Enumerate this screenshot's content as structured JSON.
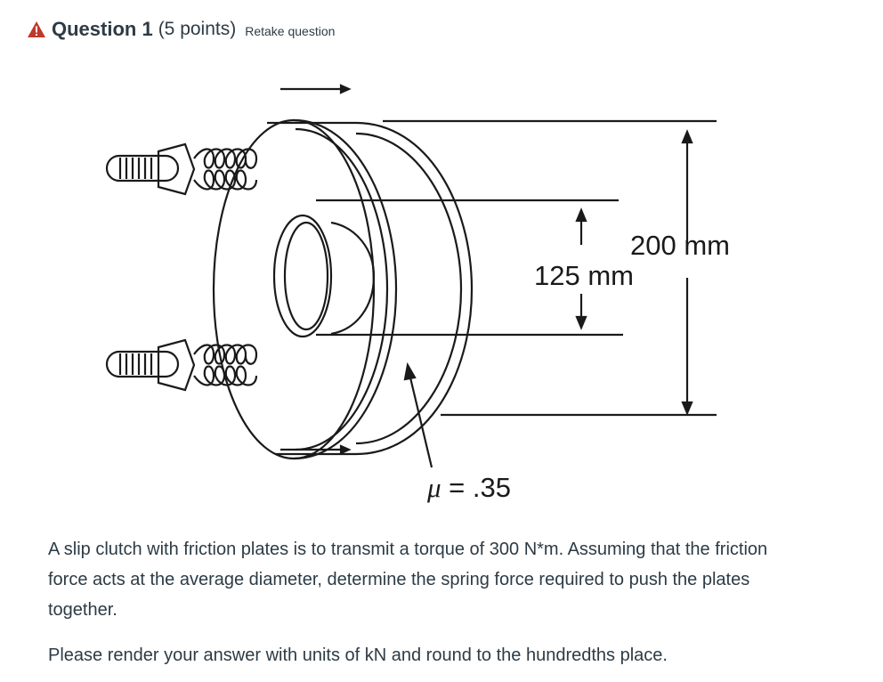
{
  "question": {
    "title": "Question 1",
    "points": "(5 points)",
    "retake_label": "Retake question"
  },
  "figure": {
    "outer_diameter_label": "200 mm",
    "inner_diameter_label": "125 mm",
    "mu_symbol": "μ",
    "mu_value": " = .35"
  },
  "problem": {
    "text": "A slip clutch with friction plates is to transmit a torque of 300 N*m. Assuming that the friction force acts at the average diameter, determine the spring force required to push the plates together.",
    "instruction": "Please render your answer with units of kN and round to the hundredths place."
  },
  "icons": {
    "warning": "warning-triangle-icon"
  },
  "colors": {
    "warning": "#c0392b",
    "text": "#2d3b45"
  }
}
